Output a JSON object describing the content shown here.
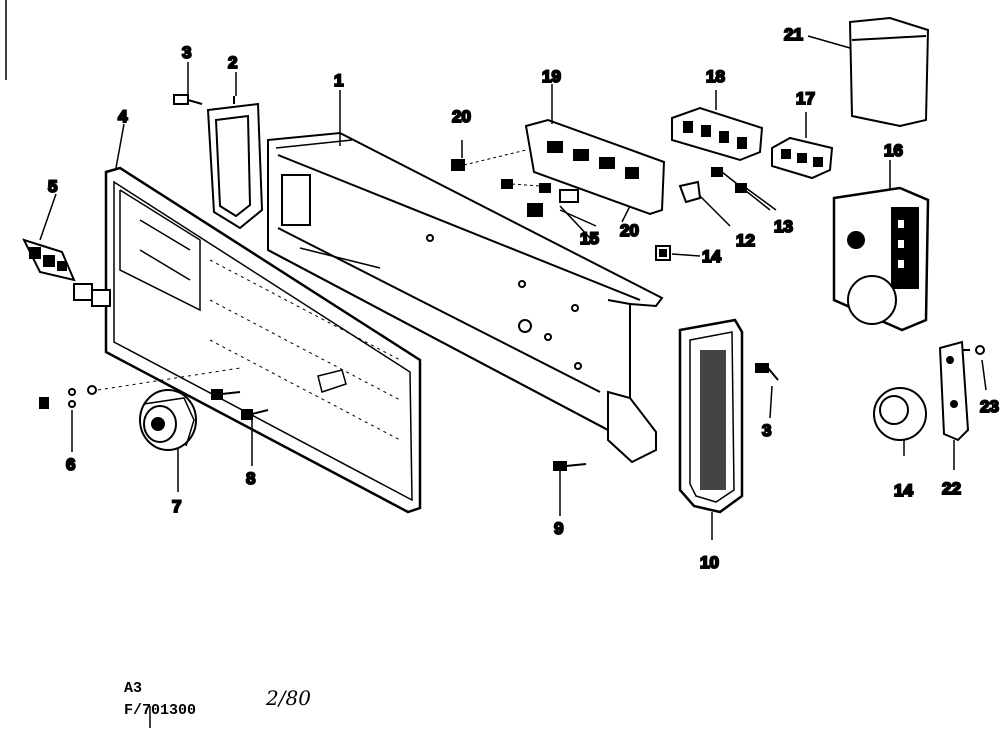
{
  "labels": {
    "n1": "1",
    "n2": "2",
    "n3a": "3",
    "n3b": "3",
    "n4": "4",
    "n5": "5",
    "n6": "6",
    "n7": "7",
    "n8": "8",
    "n9": "9",
    "n10": "10",
    "n12": "12",
    "n13": "13",
    "n14a": "14",
    "n14b": "14",
    "n15": "15",
    "n16": "16",
    "n17": "17",
    "n18": "18",
    "n19": "19",
    "n20a": "20",
    "n20b": "20",
    "n21": "21",
    "n22": "22",
    "n23": "23"
  },
  "footer": {
    "code1": "A3",
    "code2": "F/701300",
    "date": "2/80"
  }
}
